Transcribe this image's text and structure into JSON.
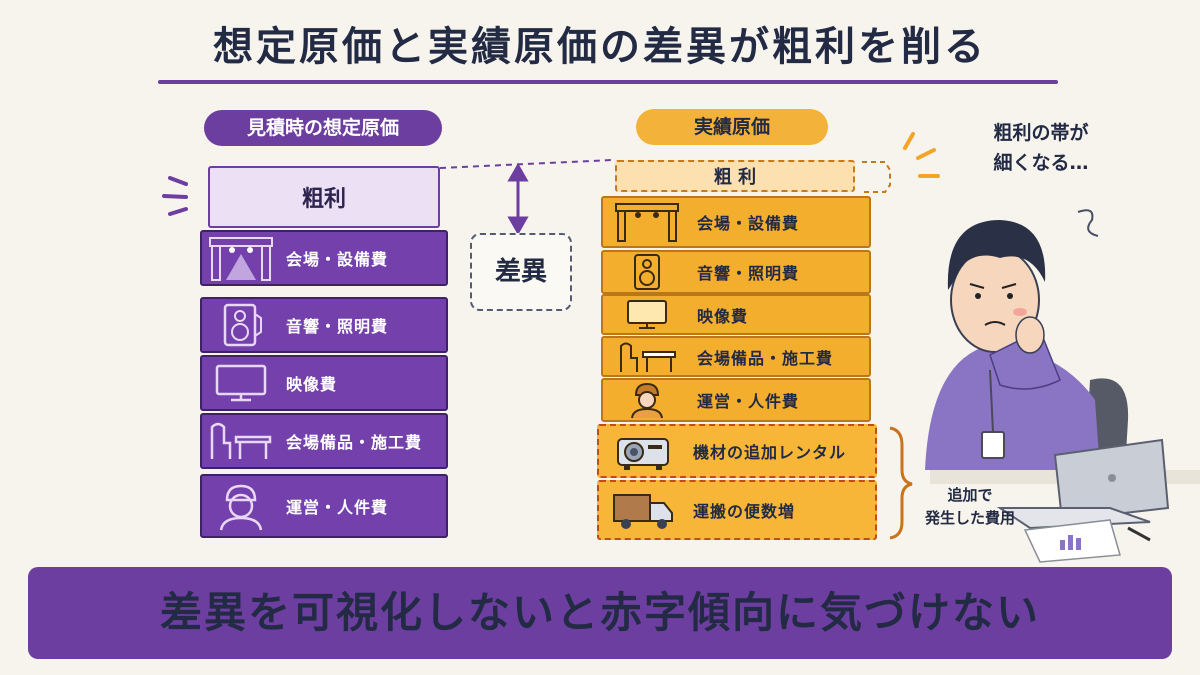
{
  "title": "想定原価と実績原価の差異が粗利を削る",
  "left": {
    "header": "見積時の想定原価",
    "profit": "粗利",
    "items": [
      {
        "label": "会場・設備費",
        "icon": "stage-truss-icon"
      },
      {
        "label": "音響・照明費",
        "icon": "speaker-icon"
      },
      {
        "label": "映像費",
        "icon": "monitor-icon"
      },
      {
        "label": "会場備品・施工費",
        "icon": "chair-table-icon"
      },
      {
        "label": "運営・人件費",
        "icon": "staff-icon"
      }
    ]
  },
  "difference_label": "差異",
  "right": {
    "header": "実績原価",
    "profit": "粗 利",
    "items": [
      {
        "label": "会場・設備費",
        "icon": "stage-truss-icon"
      },
      {
        "label": "音響・照明費",
        "icon": "speaker-icon"
      },
      {
        "label": "映像費",
        "icon": "monitor-icon"
      },
      {
        "label": "会場備品・施工費",
        "icon": "chair-table-icon"
      },
      {
        "label": "運営・人件費",
        "icon": "staff-icon"
      }
    ],
    "extra_items": [
      {
        "label": "機材の追加レンタル",
        "icon": "projector-icon"
      },
      {
        "label": "運搬の便数増",
        "icon": "truck-icon"
      }
    ]
  },
  "note_top": [
    "粗利の帯が",
    "細くなる…"
  ],
  "note_bottom": [
    "追加で",
    "発生した費用"
  ],
  "banner": "差異を可視化しないと赤字傾向に気づけない",
  "colors": {
    "purple": "#6c3ea0",
    "orange": "#f3b23a",
    "navy": "#222a44",
    "background": "#f7f4ee"
  }
}
